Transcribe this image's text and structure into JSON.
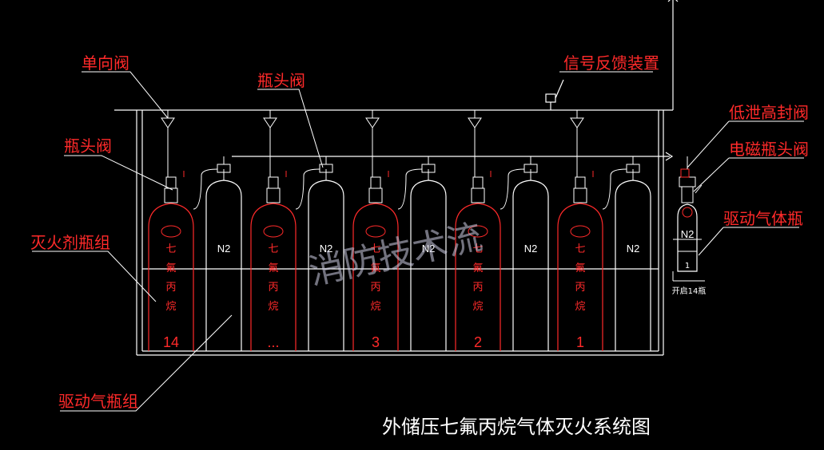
{
  "labels": {
    "check_valve": "单向阀",
    "bottle_valve_top": "瓶头阀",
    "bottle_valve_left": "瓶头阀",
    "signal_feedback": "信号反馈装置",
    "low_leak_seal_valve": "低泄高封阀",
    "solenoid_bottle_valve": "电磁瓶头阀",
    "drive_gas_bottle": "驱动气体瓶",
    "agent_bottle_group": "灭火剂瓶组",
    "drive_gas_group": "驱动气瓶组"
  },
  "cylinders": [
    {
      "char1": "七",
      "char2": "氟",
      "char3": "丙",
      "char4": "烷",
      "number": "14",
      "n2": "N2"
    },
    {
      "char1": "七",
      "char2": "氟",
      "char3": "丙",
      "char4": "烷",
      "number": "...",
      "n2": "N2"
    },
    {
      "char1": "七",
      "char2": "氟",
      "char3": "丙",
      "char4": "烷",
      "number": "3",
      "n2": "N2"
    },
    {
      "char1": "七",
      "char2": "氟",
      "char3": "丙",
      "char4": "烷",
      "number": "2",
      "n2": "N2"
    },
    {
      "char1": "七",
      "char2": "氟",
      "char3": "丙",
      "char4": "烷",
      "number": "1",
      "n2": "N2"
    }
  ],
  "drive_bottle": {
    "gas": "N2",
    "number": "1",
    "caption": "开启14瓶"
  },
  "watermark": "消防技术流",
  "title": "外储压七氟丙烷气体灭火系统图",
  "colors": {
    "background": "#000000",
    "line": "#ffffff",
    "label": "#ff2a2a"
  }
}
